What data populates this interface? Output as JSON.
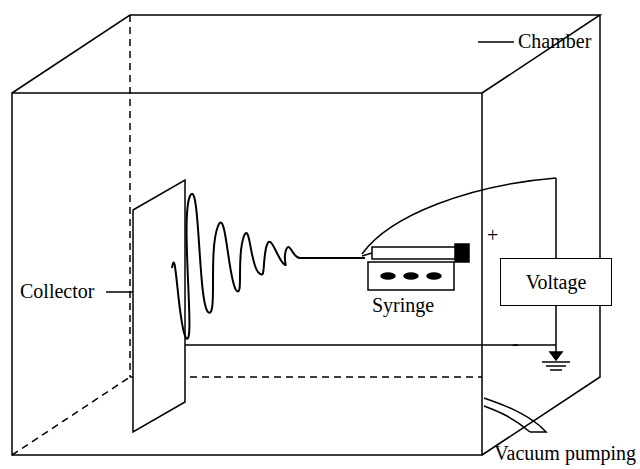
{
  "diagram": {
    "nodes": [
      {
        "text": [
          "Voltage"
        ]
      }
    ],
    "labels": [
      "Chamber",
      "Collector",
      "Syringe",
      "+",
      "-",
      "Vacuum pumping"
    ]
  }
}
